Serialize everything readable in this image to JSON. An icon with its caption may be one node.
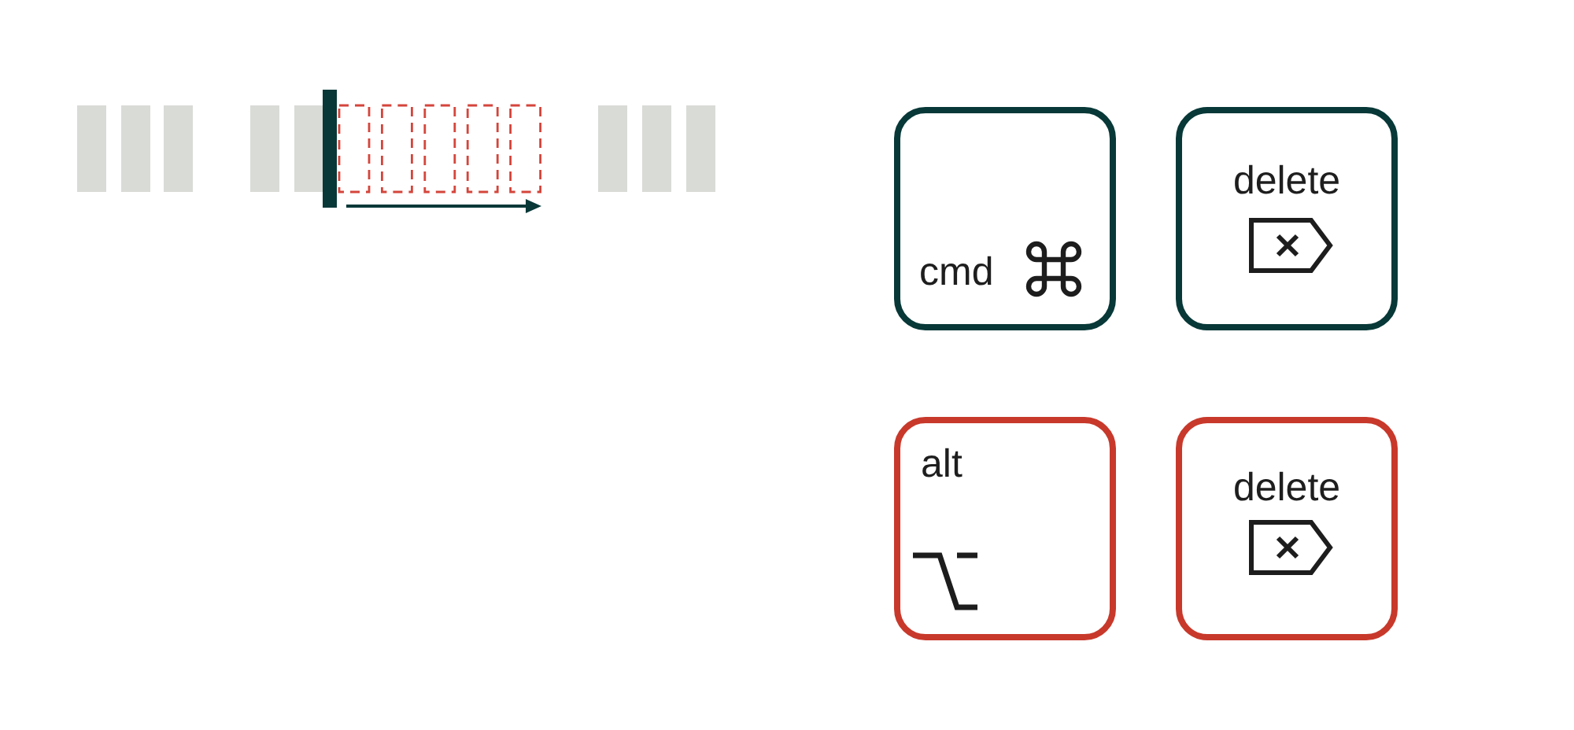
{
  "diagram": {
    "nodes": [
      {
        "text": [
          "cmd"
        ]
      },
      {
        "text": [
          "delete"
        ]
      },
      {
        "text": [
          "alt"
        ]
      },
      {
        "text": [
          "delete"
        ]
      }
    ]
  }
}
